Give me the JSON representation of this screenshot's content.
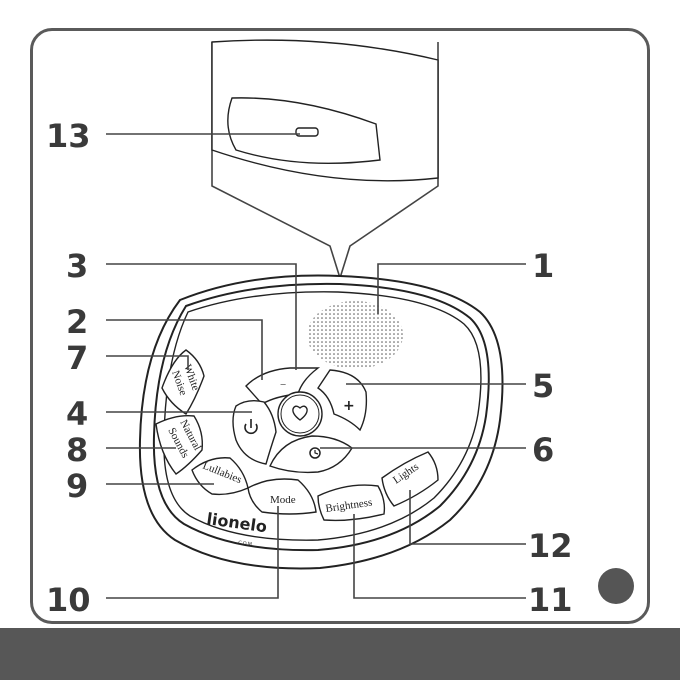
{
  "callouts": {
    "c1": "1",
    "c2": "2",
    "c3": "3",
    "c4": "4",
    "c5": "5",
    "c6": "6",
    "c7": "7",
    "c8": "8",
    "c9": "9",
    "c10": "10",
    "c11": "11",
    "c12": "12",
    "c13": "13"
  },
  "buttons": {
    "white_noise_line1": "White",
    "white_noise_line2": "Noise",
    "natural_sounds_line1": "Natural",
    "natural_sounds_line2": "Sounds",
    "lullabies": "Lullabies",
    "mode": "Mode",
    "brightness": "Brightness",
    "lights": "Lights",
    "minus": "−",
    "plus": "+"
  },
  "branding": {
    "logo": "lionelo",
    "logo_sub": "COM"
  },
  "colors": {
    "frame": "#5a5a5a",
    "bottom_bar": "#575757",
    "corner_dot": "#555555",
    "callout_text": "#3a3a3a"
  },
  "icons": {
    "power": "power-icon",
    "heart": "heart-icon",
    "timer": "timer-icon",
    "usb_port": "usb-port-icon"
  }
}
